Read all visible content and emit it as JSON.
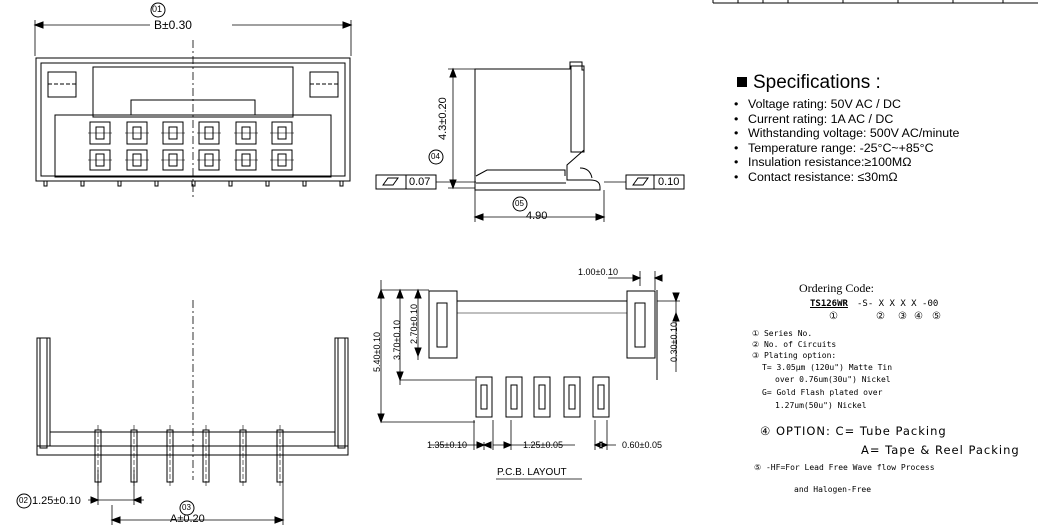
{
  "top_view": {
    "callout": "01",
    "width_dim": "B±0.30"
  },
  "side_view": {
    "height_dim": "4.3±0.20",
    "height_callout": "04",
    "flatness_left": "0.07",
    "flatness_right": "0.10",
    "depth_callout": "05",
    "depth_dim": "4.90"
  },
  "front_view": {
    "pitch_dim": "1.25±0.10",
    "pitch_callout": "02",
    "span_callout": "03",
    "span_dim": "A±0.20"
  },
  "pcb_layout": {
    "title": "P.C.B. LAYOUT",
    "dims": {
      "top_right": "1.00±0.10",
      "left_outer": "5.40±0.10",
      "left_mid": "3.70±0.10",
      "left_inner": "2.70±0.10",
      "right": "0.30±0.10",
      "bottom_left": "1.35±0.10",
      "bottom_mid": "1.25±0.05",
      "bottom_right": "0.60±0.05"
    }
  },
  "specifications": {
    "title": "Specifications :",
    "items": [
      "Voltage rating: 50V AC / DC",
      "Current rating: 1A  AC / DC",
      "Withstanding voltage: 500V AC/minute",
      "Temperature range: -25°C~+85°C",
      "Insulation resistance:≥100MΩ",
      "Contact resistance: ≤30mΩ"
    ]
  },
  "ordering": {
    "title": "Ordering Code:",
    "series": "TS126WR",
    "code_rest": "-S-  X X  X  X -00",
    "markers": [
      "①",
      "②",
      "③",
      "④",
      "⑤"
    ],
    "legend": [
      "① Series No.",
      "② No. of Circuits",
      "③ Plating option:",
      "T= 3.05μm (120u\") Matte Tin",
      "over 0.76um(30u\") Nickel",
      "G= Gold Flash plated over",
      "1.27um(50u\") Nickel"
    ],
    "option_line1": "④ OPTION: C= Tube Packing",
    "option_line2": "A= Tape & Reel Packing",
    "hf_line1": "⑤ -HF=For Lead Free Wave flow Process",
    "hf_line2": "and Halogen-Free"
  }
}
